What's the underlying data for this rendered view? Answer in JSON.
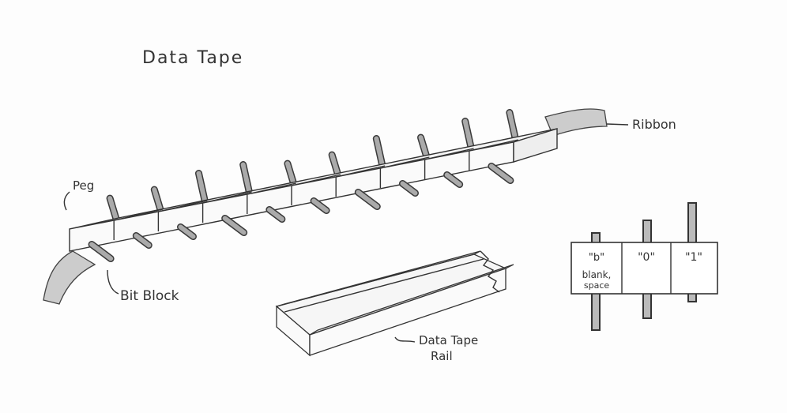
{
  "title": "Data Tape",
  "labels": {
    "ribbon": "Ribbon",
    "peg": "Peg",
    "bit_block": "Bit Block",
    "rail_line1": "Data Tape",
    "rail_line2": "Rail"
  },
  "cells": [
    {
      "symbol": "\"b\"",
      "note1": "blank,",
      "note2": "space"
    },
    {
      "symbol": "\"0\""
    },
    {
      "symbol": "\"1\""
    }
  ]
}
